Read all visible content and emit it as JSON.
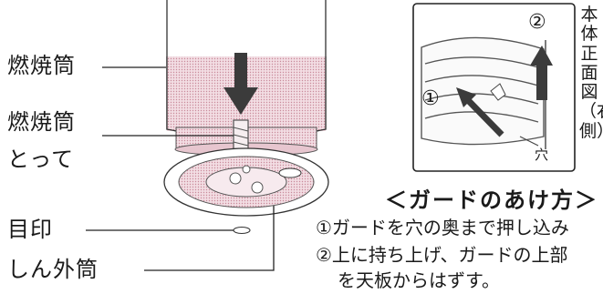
{
  "labels": {
    "combustion_tube": "燃焼筒",
    "handle_line1": "燃焼筒",
    "handle_line2": "とって",
    "mark": "目印",
    "outer_wick_tube": "しん外筒"
  },
  "inset": {
    "side_label": "本体正面図（右側）",
    "step1_marker": "①",
    "step2_marker": "②",
    "hole": "穴"
  },
  "section": {
    "title": "＜ガードのあけ方＞",
    "steps": [
      "①ガードを穴の奥まで押し込み",
      "②上に持ち上げ、ガードの上部",
      "を天板からはずす。"
    ]
  }
}
